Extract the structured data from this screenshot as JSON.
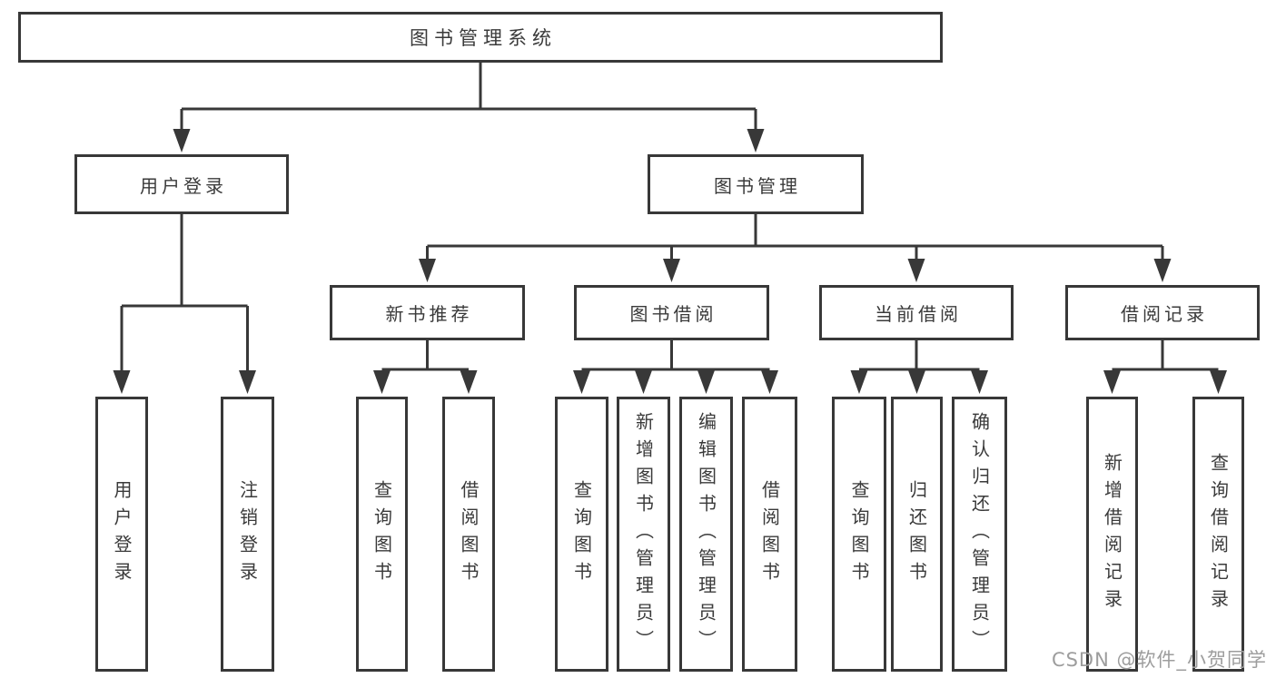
{
  "diagram": {
    "title": "图书管理系统",
    "colors": {
      "line": "#383838",
      "text": "#3a3a3a",
      "background": "#ffffff",
      "watermark": "#9d9d9d"
    },
    "nodes": {
      "root": "图书管理系统",
      "user_login": "用户登录",
      "book_management": "图书管理",
      "new_book_recommend": "新书推荐",
      "book_borrowing": "图书借阅",
      "current_borrowing": "当前借阅",
      "borrowing_records": "借阅记录",
      "leaf_user_login": "用户登录",
      "leaf_logout": "注销登录",
      "leaf_nbr_query_books": "查询图书",
      "leaf_nbr_borrow_books": "借阅图书",
      "leaf_bb_query_books": "查询图书",
      "leaf_bb_add_books": "新增图书（管理员）",
      "leaf_bb_edit_books": "编辑图书（管理员）",
      "leaf_bb_borrow_books": "借阅图书",
      "leaf_cb_query_books": "查询图书",
      "leaf_cb_return_books": "归还图书",
      "leaf_cb_confirm_return": "确认归还（管理员）",
      "leaf_br_add_record": "新增借阅记录",
      "leaf_br_query_record": "查询借阅记录"
    },
    "watermark": "CSDN @软件_小贺同学"
  }
}
